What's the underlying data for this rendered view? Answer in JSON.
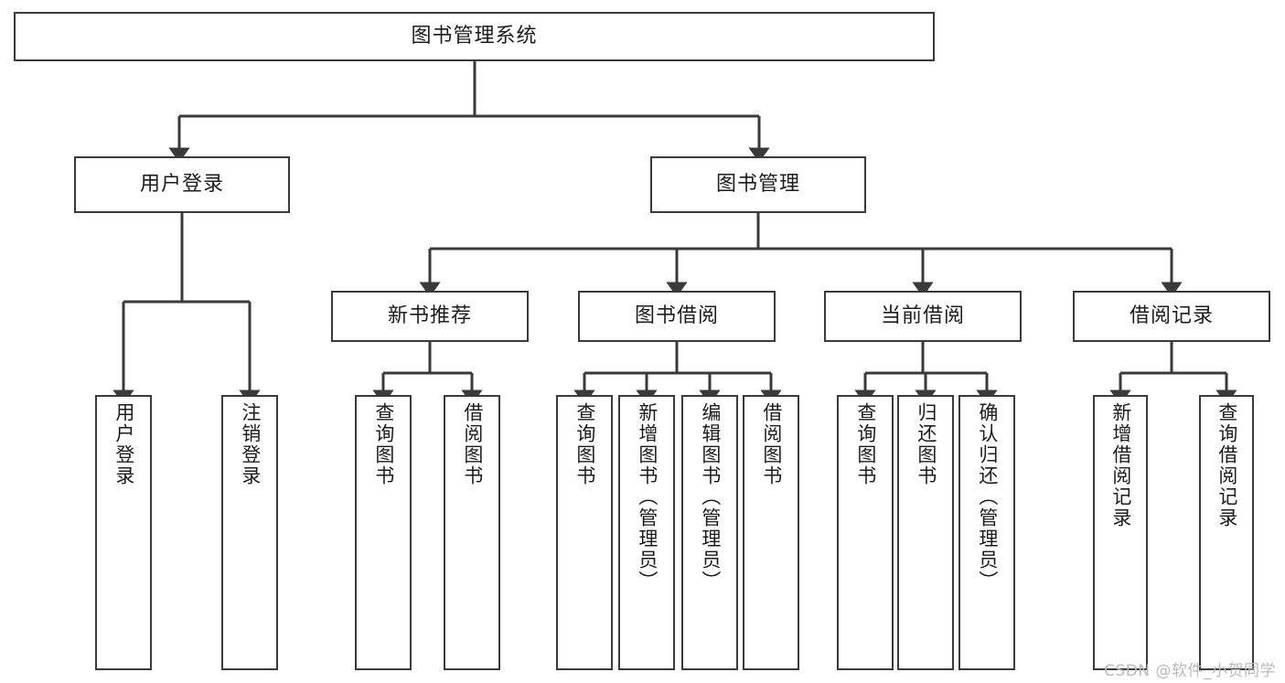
{
  "diagram": {
    "type": "tree-hierarchy-chart",
    "title": "图书管理系统",
    "nodes": {
      "root": {
        "label": "图书管理系统"
      },
      "level2": [
        {
          "id": "user-login",
          "label": "用户登录"
        },
        {
          "id": "book-management",
          "label": "图书管理"
        }
      ],
      "level3": [
        {
          "id": "new-book-recommend",
          "label": "新书推荐"
        },
        {
          "id": "book-borrow",
          "label": "图书借阅"
        },
        {
          "id": "current-borrow",
          "label": "当前借阅"
        },
        {
          "id": "borrow-record",
          "label": "借阅记录"
        }
      ],
      "leaves": {
        "user_login": [
          {
            "id": "leaf-user-login",
            "label": "用户登录"
          },
          {
            "id": "leaf-logout-login",
            "label": "注销登录"
          }
        ],
        "new_book_recommend": [
          {
            "id": "leaf-query-book-1",
            "label": "查询图书"
          },
          {
            "id": "leaf-borrow-book-1",
            "label": "借阅图书"
          }
        ],
        "book_borrow": [
          {
            "id": "leaf-query-book-2",
            "label": "查询图书"
          },
          {
            "id": "leaf-add-book",
            "label": "新增图书（管理员）"
          },
          {
            "id": "leaf-edit-book",
            "label": "编辑图书（管理员）"
          },
          {
            "id": "leaf-borrow-book-2",
            "label": "借阅图书"
          }
        ],
        "current_borrow": [
          {
            "id": "leaf-query-book-3",
            "label": "查询图书"
          },
          {
            "id": "leaf-return-book",
            "label": "归还图书"
          },
          {
            "id": "leaf-confirm-return",
            "label": "确认归还（管理员）"
          }
        ],
        "borrow_record": [
          {
            "id": "leaf-add-record",
            "label": "新增借阅记录"
          },
          {
            "id": "leaf-query-record",
            "label": "查询借阅记录"
          }
        ]
      }
    },
    "colors": {
      "stroke": "#3a3a3a",
      "fill": "#ffffff",
      "text": "#1c1c1c",
      "watermark": "#b9b9b9"
    }
  },
  "watermark": {
    "text": "CSDN @软件_小贺同学"
  }
}
